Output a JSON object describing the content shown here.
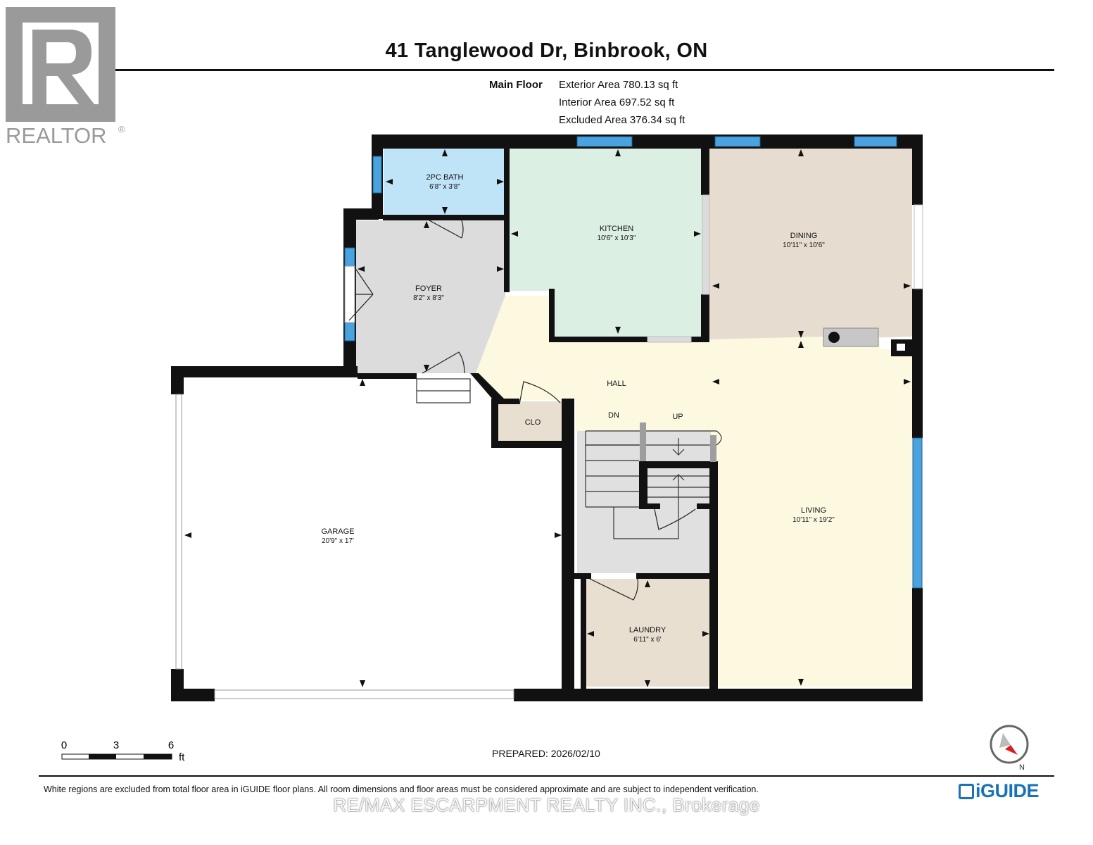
{
  "title": "41 Tanglewood Dr, Binbrook, ON",
  "floor_name": "Main Floor",
  "areas": [
    {
      "label": "Exterior Area",
      "value": "780.13 sq ft"
    },
    {
      "label": "Interior Area",
      "value": "697.52 sq ft"
    },
    {
      "label": "Excluded Area",
      "value": "376.34 sq ft"
    }
  ],
  "rooms": {
    "bath": {
      "name": "2PC BATH",
      "dims": "6'8\" x 3'8\""
    },
    "kitchen": {
      "name": "KITCHEN",
      "dims": "10'6\" x 10'3\""
    },
    "dining": {
      "name": "DINING",
      "dims": "10'11\" x 10'6\""
    },
    "foyer": {
      "name": "FOYER",
      "dims": "8'2\" x 8'3\""
    },
    "hall": {
      "name": "HALL"
    },
    "closet": {
      "name": "CLO"
    },
    "garage": {
      "name": "GARAGE",
      "dims": "20'9\" x 17'"
    },
    "living": {
      "name": "LIVING",
      "dims": "10'11\" x 19'2\""
    },
    "laundry": {
      "name": "LAUNDRY",
      "dims": "6'11\" x 6'"
    }
  },
  "stairs": {
    "down": "DN",
    "up": "UP"
  },
  "scale": {
    "ticks": [
      "0",
      "3",
      "6"
    ],
    "unit": "ft"
  },
  "prepared": "PREPARED: 2026/02/10",
  "disclaimer": "White regions are excluded from total floor area in iGUIDE floor plans. All room dimensions and floor areas must be considered approximate and are subject to independent verification.",
  "watermark": "RE/MAX ESCARPMENT REALTY INC., Brokerage",
  "realtor_logo": {
    "text": "REALTOR",
    "mark": "®"
  },
  "iguide_logo": "iGUIDE",
  "compass_label": "N",
  "colors": {
    "wall": "#111111",
    "window": "#4aa3df",
    "bath": "#bfe3f7",
    "kitchen": "#dcefe3",
    "dining": "#e6ddd0",
    "foyer": "#dcdcdc",
    "hall": "#fdf8e0",
    "closet": "#e8dfd0",
    "laundry": "#e8dfd0",
    "stair": "#e0e0e0"
  }
}
